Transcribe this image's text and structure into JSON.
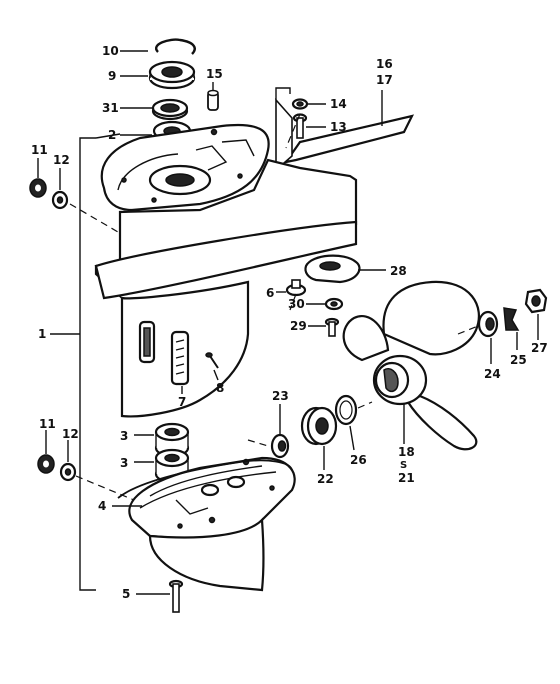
{
  "diagram": {
    "labels": [
      {
        "id": "p10",
        "text": "10"
      },
      {
        "id": "p9",
        "text": "9"
      },
      {
        "id": "p15",
        "text": "15"
      },
      {
        "id": "p31",
        "text": "31"
      },
      {
        "id": "p2",
        "text": "2"
      },
      {
        "id": "p14",
        "text": "14"
      },
      {
        "id": "p13",
        "text": "13"
      },
      {
        "id": "p16",
        "text": "16"
      },
      {
        "id": "p17",
        "text": "17"
      },
      {
        "id": "p11a",
        "text": "11"
      },
      {
        "id": "p12a",
        "text": "12"
      },
      {
        "id": "p28",
        "text": "28"
      },
      {
        "id": "p6",
        "text": "6"
      },
      {
        "id": "p30",
        "text": "30"
      },
      {
        "id": "p29",
        "text": "29"
      },
      {
        "id": "p1",
        "text": "1"
      },
      {
        "id": "p8",
        "text": "8"
      },
      {
        "id": "p7",
        "text": "7"
      },
      {
        "id": "p24",
        "text": "24"
      },
      {
        "id": "p25",
        "text": "25"
      },
      {
        "id": "p27",
        "text": "27"
      },
      {
        "id": "p23",
        "text": "23"
      },
      {
        "id": "p22",
        "text": "22"
      },
      {
        "id": "p26",
        "text": "26"
      },
      {
        "id": "p18",
        "text": "18"
      },
      {
        "id": "ps",
        "text": "S"
      },
      {
        "id": "p21",
        "text": "21"
      },
      {
        "id": "p3a",
        "text": "3"
      },
      {
        "id": "p3b",
        "text": "3"
      },
      {
        "id": "p11b",
        "text": "11"
      },
      {
        "id": "p12b",
        "text": "12"
      },
      {
        "id": "p4",
        "text": "4"
      },
      {
        "id": "p5",
        "text": "5"
      }
    ]
  }
}
